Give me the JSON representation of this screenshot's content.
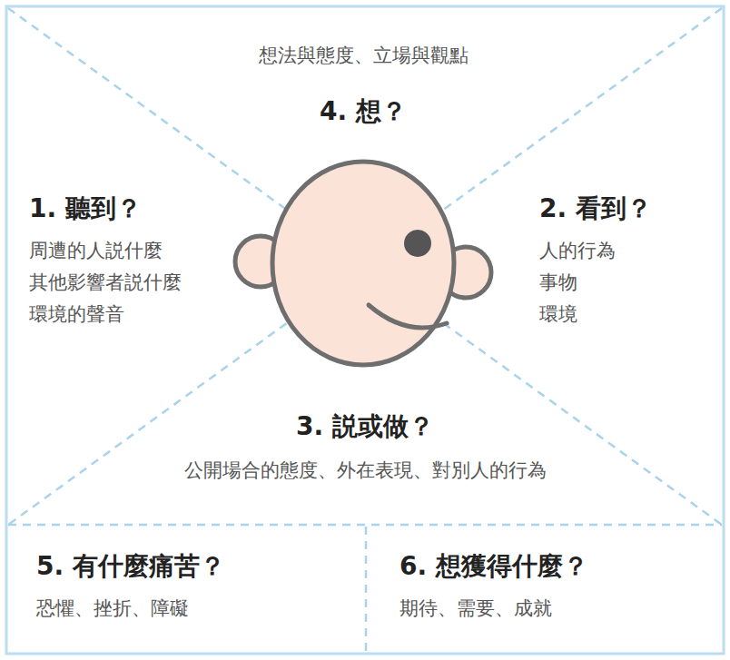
{
  "diagram": {
    "nodes": [
      {
        "text": [
          "想法與態度、立場與觀點",
          "4. 想？"
        ]
      },
      {
        "text": [
          "1. 聽到？",
          "周遭的人説什麼",
          "其他影響者説什麼",
          "環境的聲音"
        ]
      },
      {
        "text": [
          "2. 看到？",
          "人的行為",
          "事物",
          "環境"
        ]
      },
      {
        "text": [
          "3. 説或做？",
          "公開場合的態度、外在表現、對別人的行為"
        ]
      },
      {
        "text": [
          "5. 有什麼痛苦？",
          "恐懼、挫折、障礙"
        ]
      },
      {
        "text": [
          "6. 想獲得什麼？",
          "期待、需要、成就"
        ]
      }
    ]
  }
}
